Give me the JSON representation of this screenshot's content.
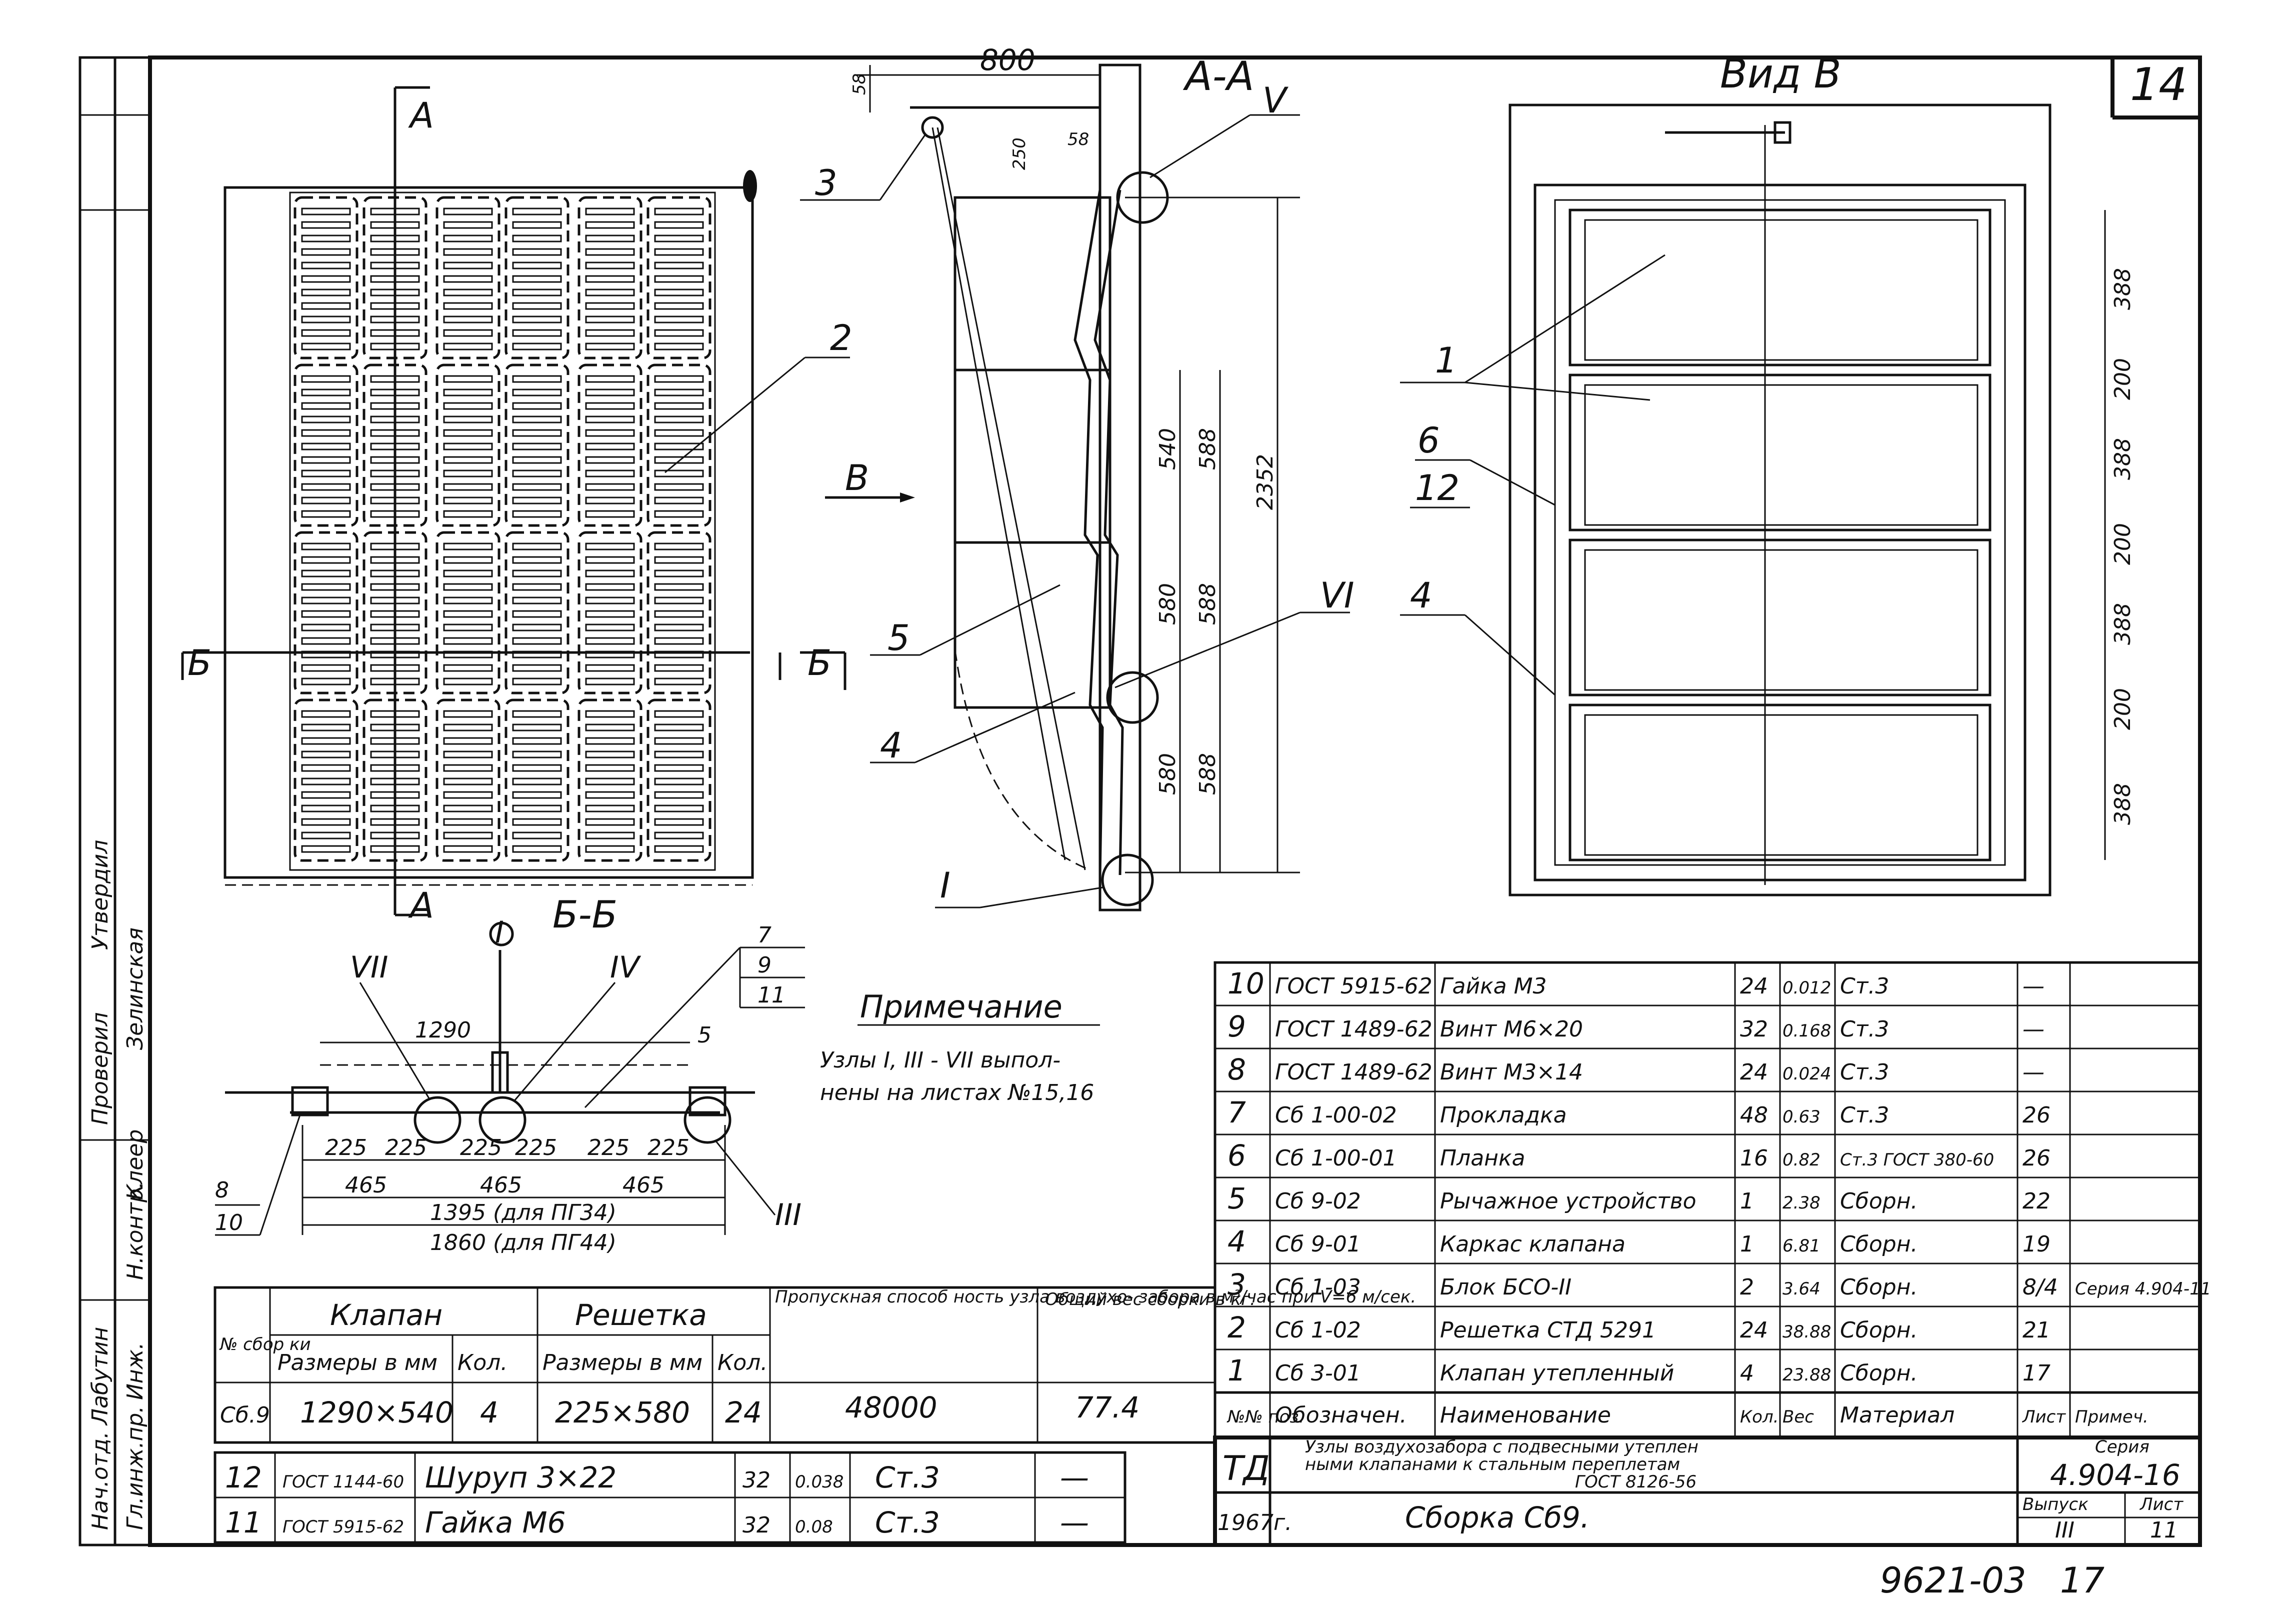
{
  "sheet": {
    "sheet_number": "14",
    "doc_number": "9621-03",
    "doc_copy": "17"
  },
  "side_stamp": {
    "lines": [
      "Нач.отд.",
      "Гл.инж.пр.",
      "Инж.",
      "Н.контр.",
      "Проверил",
      "Утвердил"
    ],
    "names": [
      "Лабутин",
      "Клеер",
      "Зелинская"
    ]
  },
  "views": {
    "plan_section_letter_top": "А",
    "plan_section_letter_bottom": "А",
    "section_b_left": "Б",
    "section_b_mid": "Б",
    "section_aa_title": "А-А",
    "view_b_title": "Вид В",
    "view_arrow_label": "В",
    "section_bb_title": "Б-Б"
  },
  "section_aa": {
    "dim_800": "800",
    "dim_58_top": "58",
    "dim_250": "250",
    "dim_58_right": "58",
    "dim_540": "540",
    "dim_588_a": "588",
    "dim_2352": "2352",
    "dim_580_a": "580",
    "dim_588_b": "588",
    "dim_580_b": "580",
    "dim_588_c": "588",
    "node_v": "V",
    "node_vi": "VI",
    "node_i": "I",
    "pos_3": "3",
    "pos_2": "2",
    "pos_5": "5",
    "pos_4": "4"
  },
  "view_b": {
    "pos_1": "1",
    "pos_6": "6",
    "pos_12": "12",
    "pos_4": "4",
    "dims": [
      "388",
      "200",
      "388",
      "200",
      "388",
      "200",
      "388"
    ]
  },
  "section_bb": {
    "dim_1290": "1290",
    "dims_225": [
      "225",
      "225",
      "225",
      "225",
      "225",
      "225"
    ],
    "dims_465": [
      "465",
      "465",
      "465"
    ],
    "dim_1395": "1395 (для ПГ34)",
    "dim_1860": "1860 (для ПГ44)",
    "node_vii": "VII",
    "node_iv": "IV",
    "node_iii": "III",
    "pos_7": "7",
    "pos_9": "9",
    "pos_11": "11",
    "pos_5": "5",
    "pos_8": "8",
    "pos_10": "10",
    "axis_mark": "I"
  },
  "note": {
    "title": "Примечание",
    "line1": "Узлы I, III - VII выпол-",
    "line2": "нены на листах №15,16"
  },
  "assembly_table": {
    "headers": {
      "num": "№ сбор ки",
      "valve": "Клапан",
      "grille": "Решетка",
      "capacity": "Пропускная способ ность узла воздухо- забора в м³/час при V=6 м/сек.",
      "weight": "Общий вес сборки в кг.",
      "valve_size": "Размеры в мм",
      "valve_qty": "Кол.",
      "grille_size": "Размеры в мм",
      "grille_qty": "Кол."
    },
    "row": {
      "num": "Сб.9",
      "valve_size": "1290×540",
      "valve_qty": "4",
      "grille_size": "225×580",
      "grille_qty": "24",
      "capacity": "48000",
      "weight": "77.4"
    }
  },
  "lower_table": [
    {
      "pos": "12",
      "doc": "ГОСТ 1144-60",
      "name": "Шуруп 3×22",
      "qty": "32",
      "mass": "0.038",
      "mat": "Ст.3",
      "sheet": "—"
    },
    {
      "pos": "11",
      "doc": "ГОСТ 5915-62",
      "name": "Гайка М6",
      "qty": "32",
      "mass": "0.08",
      "mat": "Ст.3",
      "sheet": "—"
    }
  ],
  "spec_table": {
    "rows": [
      {
        "pos": "10",
        "doc": "ГОСТ 5915-62",
        "name": "Гайка М3",
        "qty": "24",
        "mass": "0.012",
        "mat": "Ст.3",
        "sheet": "—",
        "note": ""
      },
      {
        "pos": "9",
        "doc": "ГОСТ 1489-62",
        "name": "Винт М6×20",
        "qty": "32",
        "mass": "0.168",
        "mat": "Ст.3",
        "sheet": "—",
        "note": ""
      },
      {
        "pos": "8",
        "doc": "ГОСТ 1489-62",
        "name": "Винт М3×14",
        "qty": "24",
        "mass": "0.024",
        "mat": "Ст.3",
        "sheet": "—",
        "note": ""
      },
      {
        "pos": "7",
        "doc": "Сб 1-00-02",
        "name": "Прокладка",
        "qty": "48",
        "mass": "0.63",
        "mat": "Ст.3",
        "sheet": "26",
        "note": ""
      },
      {
        "pos": "6",
        "doc": "Сб 1-00-01",
        "name": "Планка",
        "qty": "16",
        "mass": "0.82",
        "mat": "Ст.3 ГОСТ 380-60",
        "sheet": "26",
        "note": ""
      },
      {
        "pos": "5",
        "doc": "Сб 9-02",
        "name": "Рычажное устройство",
        "qty": "1",
        "mass": "2.38",
        "mat": "Сборн.",
        "sheet": "22",
        "note": ""
      },
      {
        "pos": "4",
        "doc": "Сб 9-01",
        "name": "Каркас клапана",
        "qty": "1",
        "mass": "6.81",
        "mat": "Сборн.",
        "sheet": "19",
        "note": ""
      },
      {
        "pos": "3",
        "doc": "Сб 1-03",
        "name": "Блок БСО-II",
        "qty": "2",
        "mass": "3.64",
        "mat": "Сборн.",
        "sheet": "8/4",
        "note": "Серия 4.904-11"
      },
      {
        "pos": "2",
        "doc": "Сб 1-02",
        "name": "Решетка СТД 5291",
        "qty": "24",
        "mass": "38.88",
        "mat": "Сборн.",
        "sheet": "21",
        "note": ""
      },
      {
        "pos": "1",
        "doc": "Сб 3-01",
        "name": "Клапан утепленный",
        "qty": "4",
        "mass": "23.88",
        "mat": "Сборн.",
        "sheet": "17",
        "note": ""
      }
    ],
    "header": {
      "pos": "№№ поз.",
      "doc": "Обозначен.",
      "name": "Наименование",
      "qty": "Кол.",
      "mass": "Вес",
      "mat": "Материал",
      "sheet": "Лист",
      "note": "Примеч."
    }
  },
  "title_block": {
    "org": "ТД",
    "year": "1967г.",
    "title_line1": "Узлы воздухозабора с подвесными утеплен",
    "title_line2": "ными клапанами к стальным переплетам",
    "title_line3": "ГОСТ 8126-56",
    "subtitle": "Сборка Сб9.",
    "series_label": "Серия",
    "series": "4.904-16",
    "issue_label": "Выпуск",
    "issue": "III",
    "sheet_label": "Лист",
    "sheet": "11"
  }
}
